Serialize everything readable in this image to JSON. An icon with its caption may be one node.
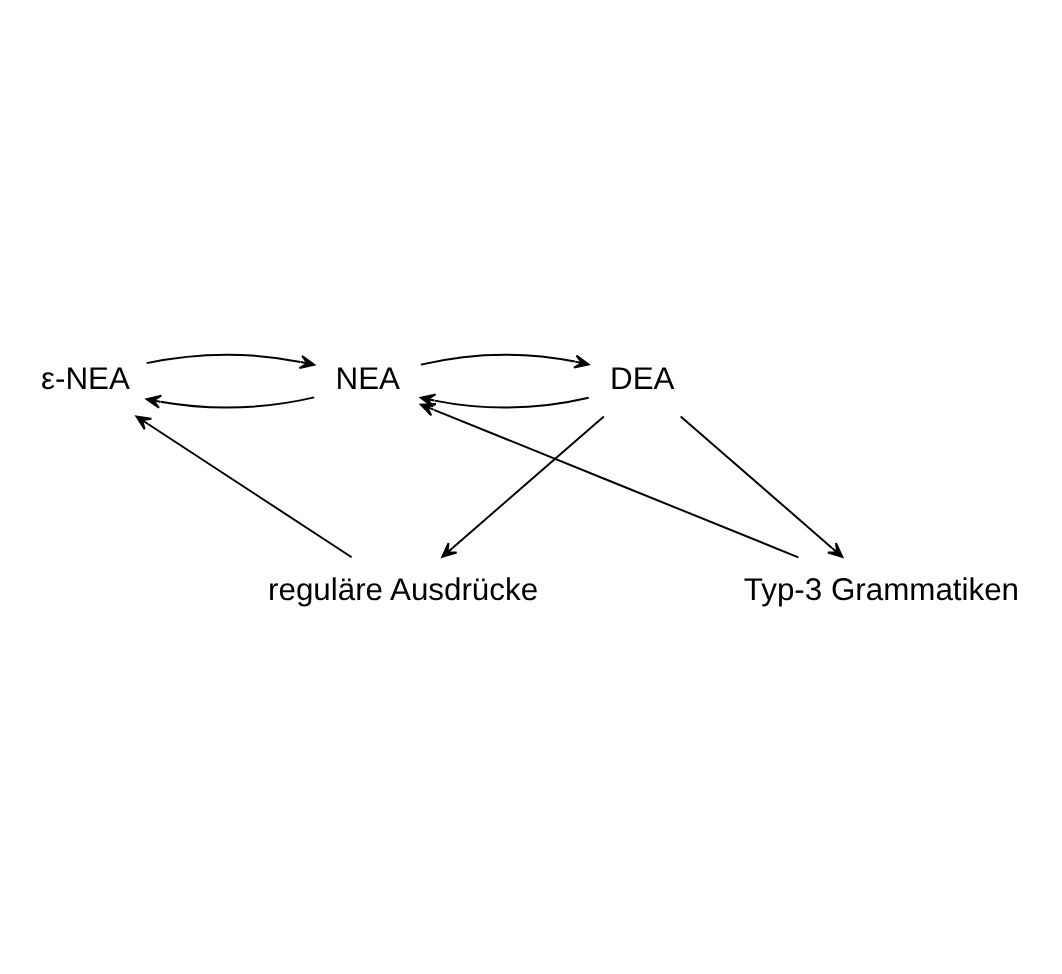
{
  "diagram": {
    "nodes": [
      {
        "text": [
          "reguläre Ausdrücke"
        ]
      },
      {
        "text": [
          "DEA"
        ]
      },
      {
        "text": [
          "NEA"
        ]
      },
      {
        "text": [
          "ε-NEA"
        ]
      },
      {
        "text": [
          "Typ-3 Grammatiken"
        ]
      }
    ],
    "edges": [
      {
        "from": 1,
        "to": 0,
        "arrow": "to"
      },
      {
        "from": 0,
        "to": 3,
        "arrow": "to"
      },
      {
        "from": 1,
        "to": 2,
        "arrow": "to"
      },
      {
        "from": 2,
        "to": 1,
        "arrow": "to"
      },
      {
        "from": 2,
        "to": 3,
        "arrow": "to"
      },
      {
        "from": 3,
        "to": 2,
        "arrow": "to"
      },
      {
        "from": 1,
        "to": 4,
        "arrow": "to"
      },
      {
        "from": 4,
        "to": 2,
        "arrow": "to"
      }
    ]
  }
}
